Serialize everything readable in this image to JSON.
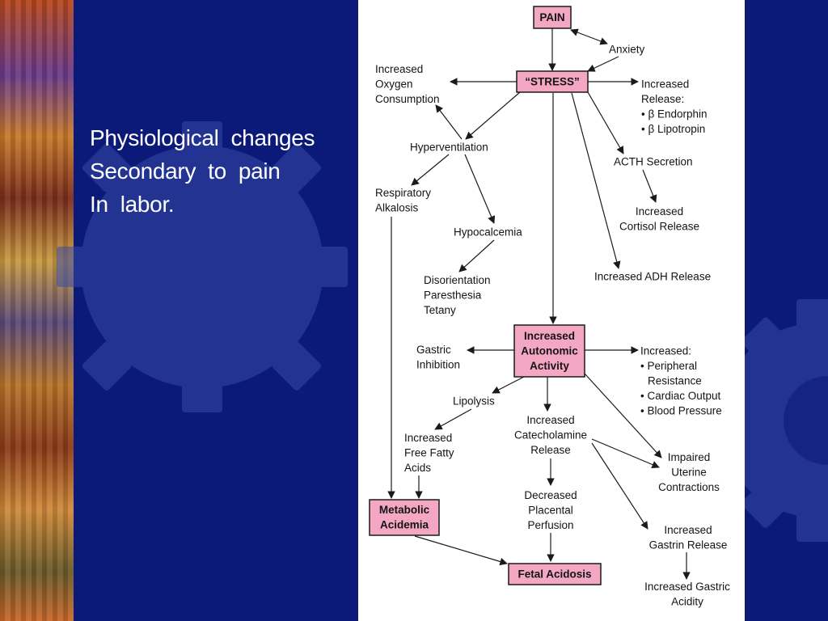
{
  "slide": {
    "title_lines": [
      "Physiological  changes",
      "Secondary  to  pain",
      "In  labor."
    ]
  },
  "colors": {
    "background": "#0b1a78",
    "gear_shape": "#3a4aa8",
    "node_fill": "#f4a7c3",
    "text_white": "#ffffff",
    "ink": "#141414"
  },
  "diagram": {
    "nodes": [
      {
        "id": "pain",
        "boxed": true,
        "lines": [
          "PAIN"
        ]
      },
      {
        "id": "anxiety",
        "boxed": false,
        "lines": [
          "Anxiety"
        ]
      },
      {
        "id": "stress",
        "boxed": true,
        "lines": [
          "“STRESS”"
        ]
      },
      {
        "id": "oxygen",
        "boxed": false,
        "lines": [
          "Increased",
          "Oxygen",
          "Consumption"
        ]
      },
      {
        "id": "release",
        "boxed": false,
        "lines": [
          "Increased",
          "Release:",
          "• β  Endorphin",
          "• β  Lipotropin"
        ]
      },
      {
        "id": "hypervent",
        "boxed": false,
        "lines": [
          "Hyperventilation"
        ]
      },
      {
        "id": "acth",
        "boxed": false,
        "lines": [
          "ACTH Secretion"
        ]
      },
      {
        "id": "resp_alk",
        "boxed": false,
        "lines": [
          "Respiratory",
          "Alkalosis"
        ]
      },
      {
        "id": "cortisol",
        "boxed": false,
        "lines": [
          "Increased",
          "Cortisol Release"
        ]
      },
      {
        "id": "hypocal",
        "boxed": false,
        "lines": [
          "Hypocalcemia"
        ]
      },
      {
        "id": "adh",
        "boxed": false,
        "lines": [
          "Increased ADH Release"
        ]
      },
      {
        "id": "disorient",
        "boxed": false,
        "lines": [
          "Disorientation",
          "Paresthesia",
          "Tetany"
        ]
      },
      {
        "id": "autonomic",
        "boxed": true,
        "lines": [
          "Increased",
          "Autonomic",
          "Activity"
        ]
      },
      {
        "id": "gastric_inh",
        "boxed": false,
        "lines": [
          "Gastric",
          "Inhibition"
        ]
      },
      {
        "id": "increased_list",
        "boxed": false,
        "lines": [
          "Increased:",
          "• Peripheral",
          "Resistance",
          "• Cardiac Output",
          "• Blood Pressure"
        ]
      },
      {
        "id": "lipolysis",
        "boxed": false,
        "lines": [
          "Lipolysis"
        ]
      },
      {
        "id": "ffa",
        "boxed": false,
        "lines": [
          "Increased",
          "Free Fatty",
          "Acids"
        ]
      },
      {
        "id": "catechol",
        "boxed": false,
        "lines": [
          "Increased",
          "Catecholamine",
          "Release"
        ]
      },
      {
        "id": "uterine",
        "boxed": false,
        "lines": [
          "Impaired",
          "Uterine",
          "Contractions"
        ]
      },
      {
        "id": "placental",
        "boxed": false,
        "lines": [
          "Decreased",
          "Placental",
          "Perfusion"
        ]
      },
      {
        "id": "metabolic",
        "boxed": true,
        "lines": [
          "Metabolic",
          "Acidemia"
        ]
      },
      {
        "id": "gastrin",
        "boxed": false,
        "lines": [
          "Increased",
          "Gastrin Release"
        ]
      },
      {
        "id": "fetal",
        "boxed": true,
        "lines": [
          "Fetal Acidosis"
        ]
      },
      {
        "id": "gastric_acid",
        "boxed": false,
        "lines": [
          "Increased Gastric",
          "Acidity"
        ]
      }
    ],
    "edges": [
      {
        "from": "pain",
        "to": "anxiety",
        "bidirectional": true
      },
      {
        "from": "anxiety",
        "to": "stress"
      },
      {
        "from": "pain",
        "to": "stress"
      },
      {
        "from": "stress",
        "to": "oxygen"
      },
      {
        "from": "stress",
        "to": "release"
      },
      {
        "from": "stress",
        "to": "hypervent"
      },
      {
        "from": "hypervent",
        "to": "oxygen"
      },
      {
        "from": "stress",
        "to": "acth"
      },
      {
        "from": "stress",
        "to": "adh"
      },
      {
        "from": "stress",
        "to": "autonomic"
      },
      {
        "from": "hypervent",
        "to": "resp_alk"
      },
      {
        "from": "hypervent",
        "to": "hypocal"
      },
      {
        "from": "acth",
        "to": "cortisol"
      },
      {
        "from": "hypocal",
        "to": "disorient"
      },
      {
        "from": "resp_alk",
        "to": "metabolic"
      },
      {
        "from": "autonomic",
        "to": "gastric_inh"
      },
      {
        "from": "autonomic",
        "to": "increased_list"
      },
      {
        "from": "autonomic",
        "to": "lipolysis"
      },
      {
        "from": "autonomic",
        "to": "catechol"
      },
      {
        "from": "autonomic",
        "to": "uterine"
      },
      {
        "from": "lipolysis",
        "to": "ffa"
      },
      {
        "from": "ffa",
        "to": "metabolic"
      },
      {
        "from": "catechol",
        "to": "uterine"
      },
      {
        "from": "catechol",
        "to": "placental"
      },
      {
        "from": "catechol",
        "to": "gastrin"
      },
      {
        "from": "placental",
        "to": "fetal"
      },
      {
        "from": "metabolic",
        "to": "fetal"
      },
      {
        "from": "gastrin",
        "to": "gastric_acid"
      }
    ]
  }
}
